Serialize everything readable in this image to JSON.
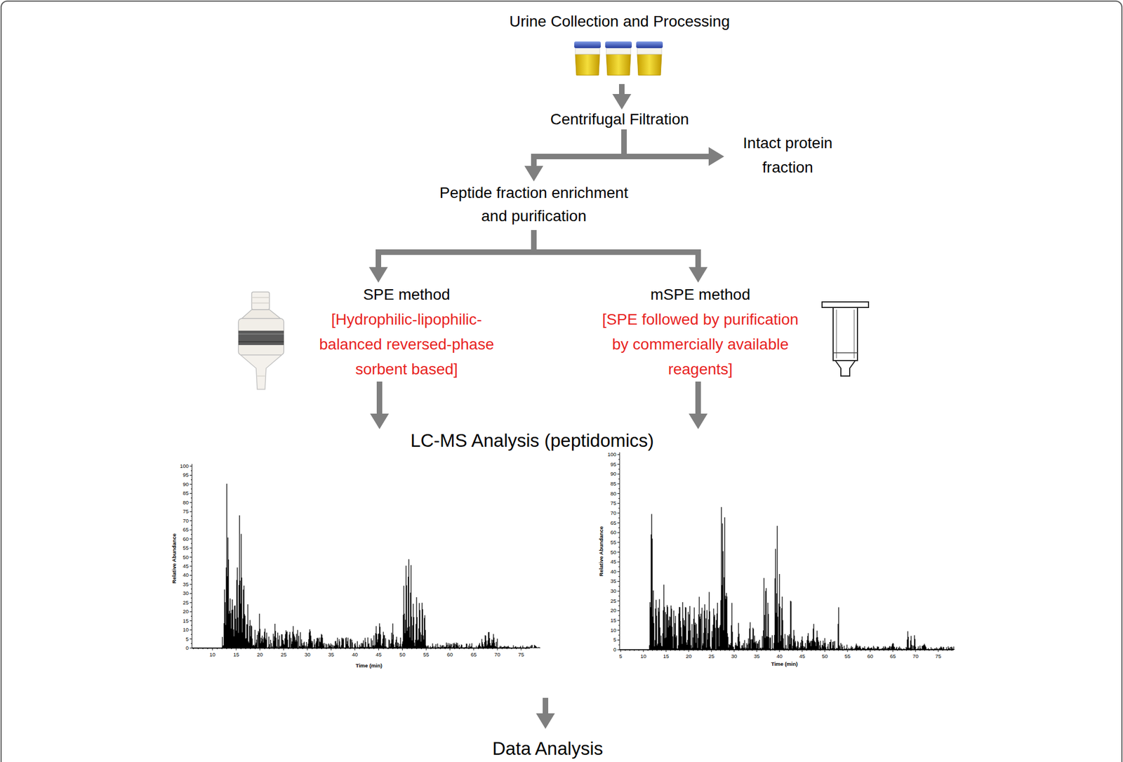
{
  "diagram": {
    "nodes": [
      {
        "text": [
          "Urine Collection and Processing"
        ]
      },
      {
        "text": [
          "Centrifugal Filtration"
        ]
      },
      {
        "text": [
          "Intact protein fraction"
        ]
      },
      {
        "text": [
          "Peptide fraction enrichment and purification"
        ]
      },
      {
        "text": [
          "SPE method",
          "[Hydrophilic-lipophilic- balanced reversed-phase sorbent based]"
        ]
      },
      {
        "text": [
          "mSPE method",
          "[SPE followed by purification by commercially available reagents]"
        ]
      },
      {
        "text": [
          "LC-MS Analysis (peptidomics)"
        ]
      },
      {
        "text": [
          "Data Analysis"
        ]
      }
    ],
    "edges": [
      {
        "from": 0,
        "to": 1,
        "arrow": "to"
      },
      {
        "from": 1,
        "to": 3,
        "arrow": "to"
      },
      {
        "from": 1,
        "to": 2,
        "arrow": "to"
      },
      {
        "from": 3,
        "to": 4,
        "arrow": "to"
      },
      {
        "from": 3,
        "to": 5,
        "arrow": "to"
      },
      {
        "from": 4,
        "to": 6,
        "arrow": "to"
      },
      {
        "from": 5,
        "to": 6,
        "arrow": "to"
      },
      {
        "from": 6,
        "to": 7,
        "arrow": "to"
      }
    ],
    "labels": [
      "Relative Abundance",
      "100",
      "95",
      "90",
      "85",
      "80",
      "75",
      "70",
      "65",
      "60",
      "55",
      "50",
      "45",
      "40",
      "35",
      "30",
      "25",
      "20",
      "15",
      "10",
      "5",
      "0",
      "10",
      "15",
      "20",
      "25",
      "30",
      "35",
      "40",
      "45",
      "50",
      "55",
      "60",
      "65",
      "70",
      "75",
      "Time (min)",
      "Relative Abundance",
      "100",
      "95",
      "90",
      "85",
      "80",
      "75",
      "70",
      "65",
      "60",
      "55",
      "50",
      "45",
      "40",
      "35",
      "30",
      "25",
      "20",
      "15",
      "10",
      "5",
      "0",
      "5",
      "10",
      "15",
      "20",
      "25",
      "30",
      "35",
      "40",
      "45",
      "50",
      "55",
      "60",
      "65",
      "70",
      "75",
      "Time (min)"
    ]
  }
}
